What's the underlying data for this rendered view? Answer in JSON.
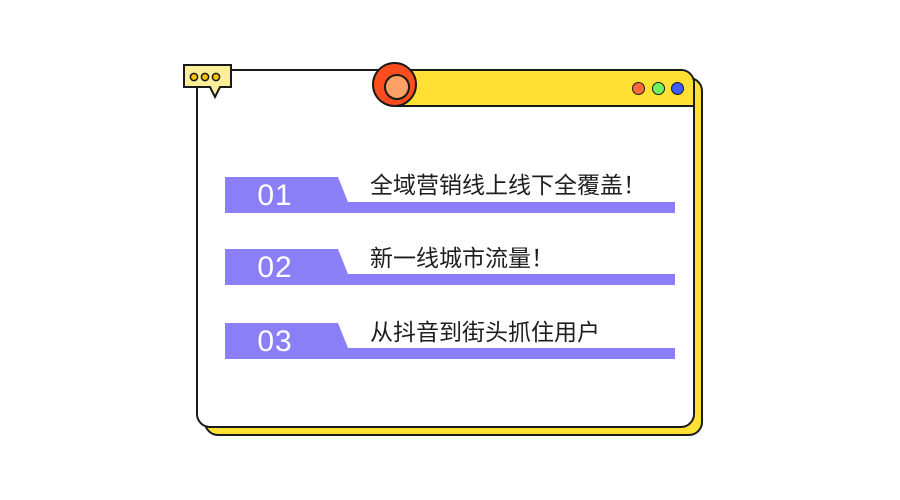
{
  "colors": {
    "purple": "#8b7ff8",
    "yellow": "#ffe033",
    "ink": "#1a1a1a",
    "circle_outer": "#ff4d1f",
    "circle_inner": "#ffa066",
    "bubble_fill": "#fdef9a",
    "bubble_dot": "#f7c600"
  },
  "window": {
    "title_bar_dots": [
      {
        "name": "red-dot",
        "color": "#ff6a3d"
      },
      {
        "name": "green-dot",
        "color": "#6ff55a"
      },
      {
        "name": "blue-dot",
        "color": "#3b5cff"
      }
    ]
  },
  "speech_bubble": {
    "icon": "chat-bubble-icon",
    "dot_count": 3
  },
  "items": [
    {
      "number": "01",
      "text": "全域营销线上线下全覆盖！"
    },
    {
      "number": "02",
      "text": "新一线城市流量！"
    },
    {
      "number": "03",
      "text": "从抖音到街头抓住用户"
    }
  ]
}
